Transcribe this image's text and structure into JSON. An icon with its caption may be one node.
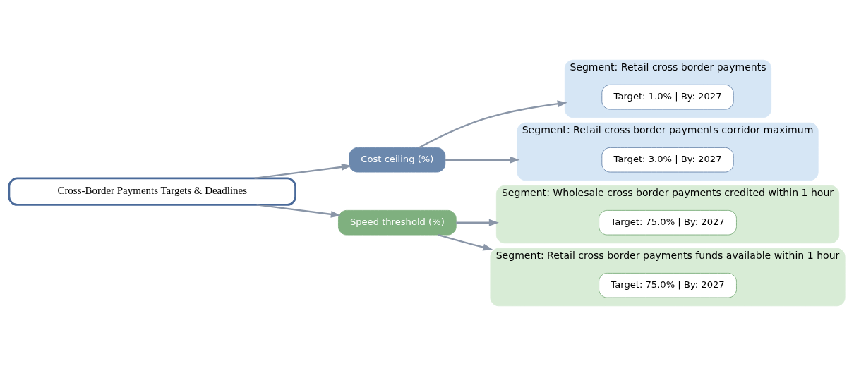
{
  "diagram": {
    "nodes": [
      {
        "text": [
          "Segment: Retail cross border payments"
        ]
      },
      {
        "text": [
          "Target: 1.0% | By: 2027"
        ],
        "in": 0
      },
      {
        "text": [
          "Segment: Wholesale cross border payments credited within 1 hour"
        ]
      },
      {
        "text": [
          "Target: 75.0% | By: 2027"
        ],
        "in": 2
      },
      {
        "text": [
          "Cost ceiling (%)"
        ]
      },
      {
        "text": [
          "Cross-Border Payments Targets & Deadlines"
        ]
      },
      {
        "text": [
          "Speed threshold (%)"
        ]
      },
      {
        "text": [
          "Segment: Retail cross border payments corridor maximum"
        ]
      },
      {
        "text": [
          "Target: 3.0% | By: 2027"
        ],
        "in": 7
      },
      {
        "text": [
          "Segment: Retail cross border payments funds available within 1 hour"
        ]
      },
      {
        "text": [
          "Target: 75.0% | By: 2027"
        ],
        "in": 9
      }
    ],
    "edges": [
      {
        "from": 5,
        "to": 4,
        "arrow": "to"
      },
      {
        "from": 5,
        "to": 6,
        "arrow": "to"
      },
      {
        "from": 4,
        "to": 0,
        "arrow": "to"
      },
      {
        "from": 4,
        "to": 7,
        "arrow": "to"
      },
      {
        "from": 6,
        "to": 2,
        "arrow": "to"
      },
      {
        "from": 6,
        "to": 9,
        "arrow": "to"
      }
    ]
  }
}
